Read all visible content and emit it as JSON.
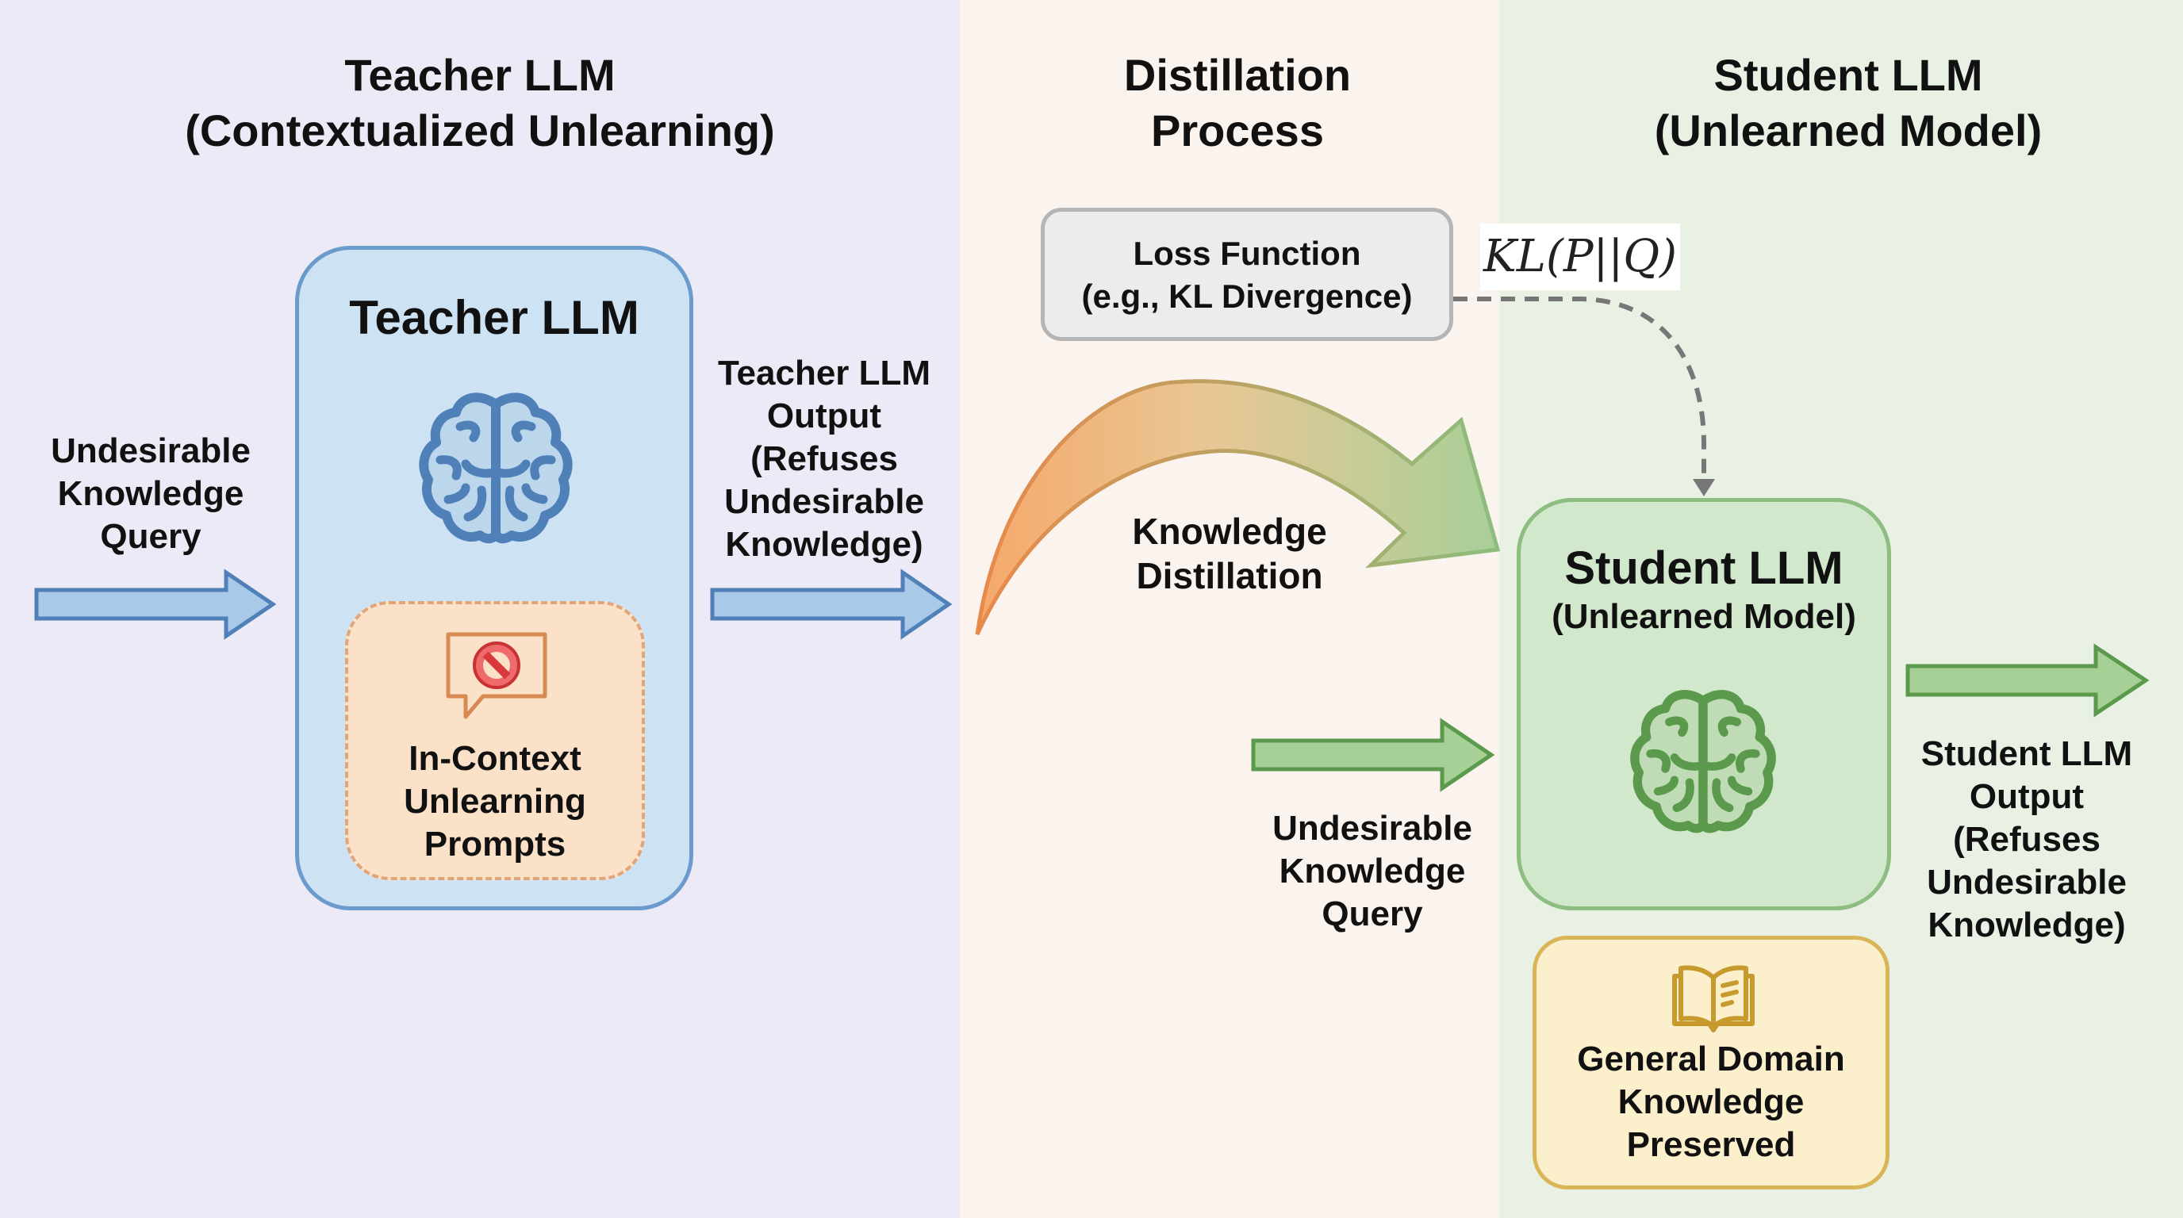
{
  "sections": {
    "teacher": {
      "title": "Teacher LLM\n(Contextualized Unlearning)"
    },
    "distillation": {
      "title": "Distillation\nProcess"
    },
    "student": {
      "title": "Student LLM\n(Unlearned Model)"
    }
  },
  "teacher": {
    "input_label": "Undesirable\nKnowledge\nQuery",
    "box_title": "Teacher LLM",
    "brain_icon": "brain-icon",
    "in_context_box": {
      "icon": "no-entry-speech-bubble-icon",
      "label": "In-Context\nUnlearning\nPrompts"
    },
    "output_label": "Teacher LLM\nOutput\n(Refuses\nUndesirable\nKnowledge)"
  },
  "distillation": {
    "loss_box": "Loss Function\n(e.g., KL Divergence)",
    "kl_formula": "KL(P||Q)",
    "arrow_label": "Knowledge\nDistillation",
    "student_input_label": "Undesirable\nKnowledge\nQuery"
  },
  "student": {
    "box_title": "Student LLM",
    "box_subtitle": "(Unlearned Model)",
    "brain_icon": "brain-icon",
    "output_label": "Student LLM\nOutput\n(Refuses\nUndesirable\nKnowledge)",
    "preserved_box": {
      "icon": "open-book-icon",
      "label": "General Domain\nKnowledge\nPreserved"
    }
  },
  "colors": {
    "teacher_bg": "#eceaf6",
    "distill_bg": "#fbf4ee",
    "student_bg": "#e8f1e4",
    "teacher_accent": "#4f80b8",
    "student_accent": "#5b9a4c",
    "prompt_accent": "#e0a67a",
    "no_entry_red": "#d9393b",
    "book_gold": "#c79a2e",
    "dashed_gray": "#777777"
  }
}
